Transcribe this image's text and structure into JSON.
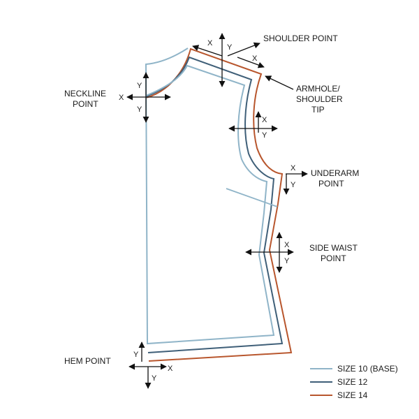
{
  "labels": {
    "shoulder_point": "SHOULDER POINT",
    "armhole_line1": "ARMHOLE/",
    "armhole_line2": "SHOULDER",
    "armhole_line3": "TIP",
    "neckline_line1": "NECKLINE",
    "neckline_line2": "POINT",
    "underarm_line1": "UNDERARM",
    "underarm_line2": "POINT",
    "side_waist_line1": "SIDE WAIST",
    "side_waist_line2": "POINT",
    "hem_point": "HEM POINT"
  },
  "axes": {
    "x": "X",
    "y": "Y"
  },
  "legend": [
    {
      "label": "SIZE 10 (BASE)",
      "color": "#8fb4c8"
    },
    {
      "label": "SIZE 12",
      "color": "#3f5f78"
    },
    {
      "label": "SIZE 14",
      "color": "#b8562d"
    }
  ],
  "colors": {
    "size10": "#8fb4c8",
    "size12": "#3f5f78",
    "size14": "#b8562d",
    "arrows": "#111111"
  }
}
